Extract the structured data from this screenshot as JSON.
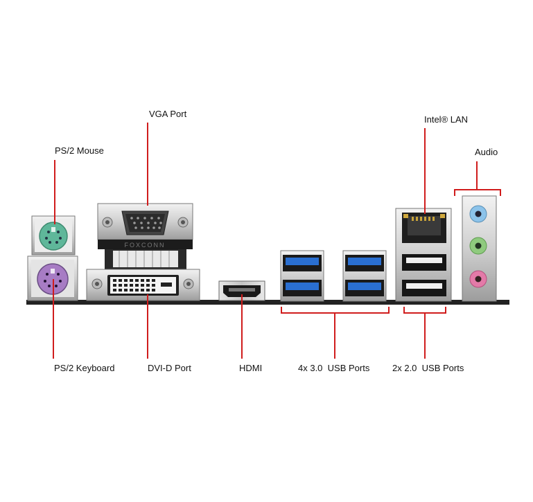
{
  "labels": {
    "vga_port": "VGA Port",
    "ps2_mouse": "PS/2 Mouse",
    "intel_lan": "Intel® LAN",
    "audio": "Audio",
    "ps2_keyboard": "PS/2 Keyboard",
    "dvid_port": "DVI-D Port",
    "hdmi": "HDMI",
    "usb30": "4x 3.0  USB Ports",
    "usb20": "2x 2.0  USB Ports"
  },
  "vga_brand": "FOXCONN",
  "colors": {
    "leader": "#d01c1c",
    "ps2_mouse": "#5fb79a",
    "ps2_keyboard": "#a77cc4",
    "usb30": "#2a6fd1",
    "audio_blue": "#8cc3ea",
    "audio_green": "#8fca7e",
    "audio_pink": "#e37aa8",
    "board": "#222222"
  }
}
